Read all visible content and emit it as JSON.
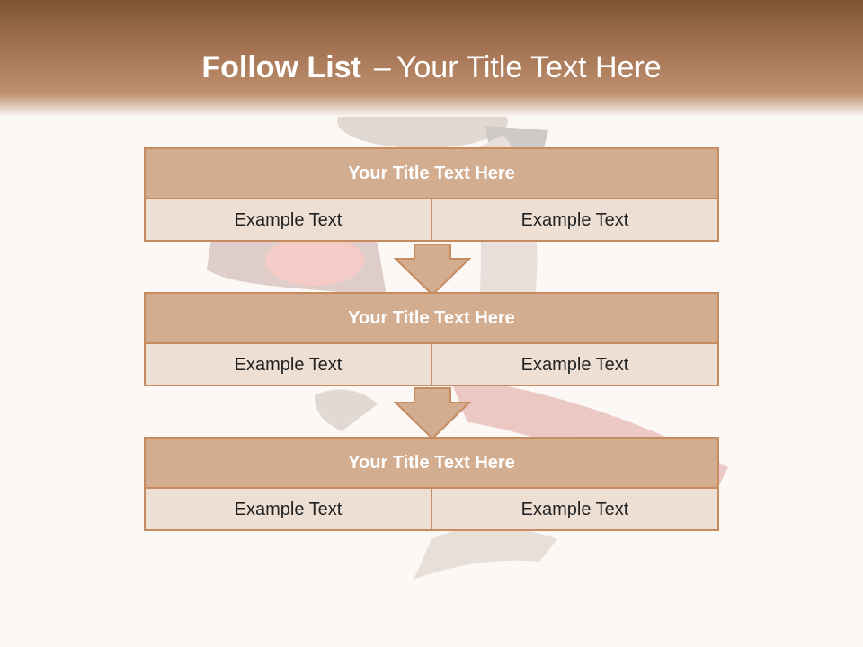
{
  "slide": {
    "title_bold": "Follow List",
    "title_separator": "–",
    "title_rest": "Your Title Text Here"
  },
  "blocks": [
    {
      "title": "Your Title Text Here",
      "left": "Example Text",
      "right": "Example Text"
    },
    {
      "title": "Your Title Text Here",
      "left": "Example Text",
      "right": "Example Text"
    },
    {
      "title": "Your Title Text Here",
      "left": "Example Text",
      "right": "Example Text"
    }
  ],
  "colors": {
    "header_dark": "#7e5535",
    "block_title_fill": "#d3ad90",
    "block_cell_fill": "#eedfd5",
    "border": "#c68b5e",
    "background": "#fcf8f5"
  },
  "icons": [
    "down-arrow-icon"
  ]
}
